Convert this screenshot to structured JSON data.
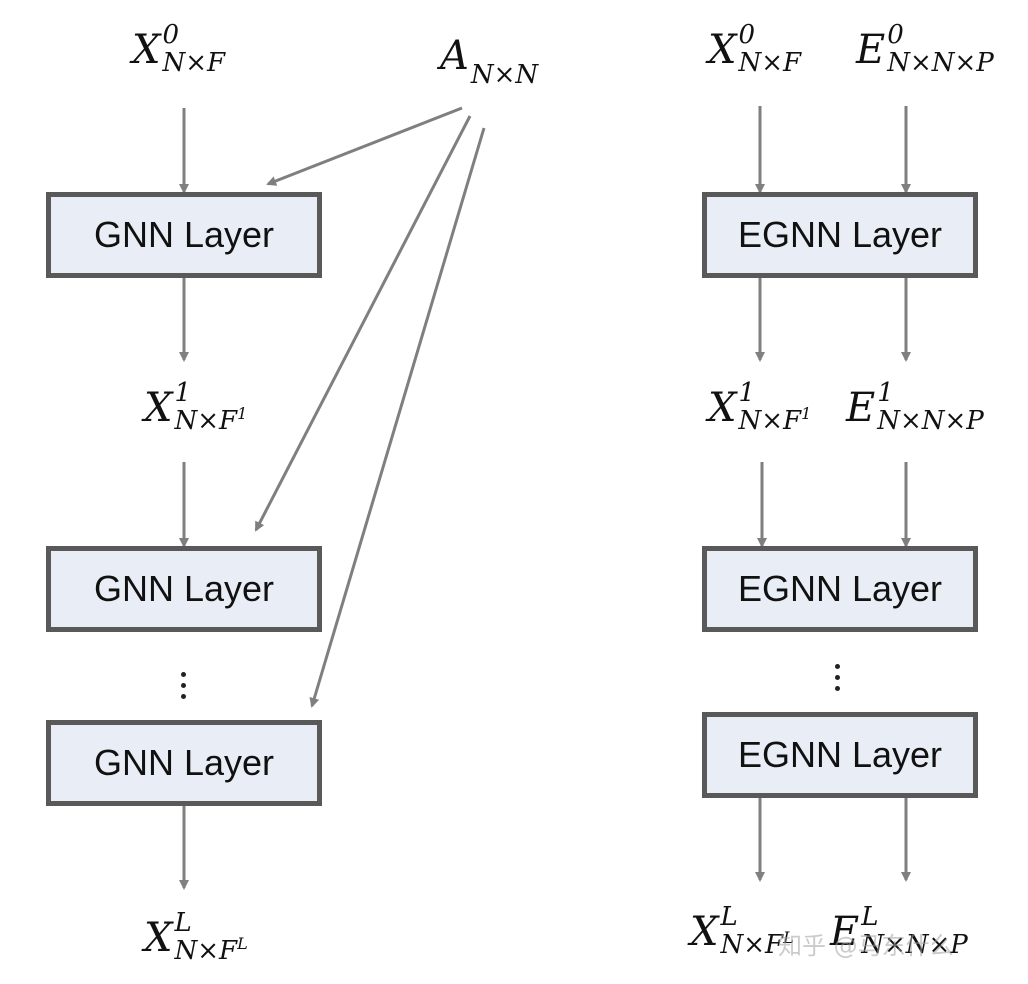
{
  "colors": {
    "box_fill": "#e9eef6",
    "box_border": "#595959",
    "arrow": "#7f7f7f"
  },
  "left": {
    "inputs": {
      "x0": {
        "base": "X",
        "sup": "0",
        "sub": "N×F"
      },
      "adj": {
        "base": "A",
        "sub": "N×N"
      }
    },
    "layers": [
      "GNN Layer",
      "GNN Layer",
      "GNN Layer"
    ],
    "intermediate": {
      "x1": {
        "base": "X",
        "sup": "1",
        "sub": "N×F",
        "sub_sup": "1"
      }
    },
    "output": {
      "xL": {
        "base": "X",
        "sup": "L",
        "sub": "N×F",
        "sub_sup": "L"
      }
    },
    "ellipsis": "⋮"
  },
  "right": {
    "inputs": {
      "x0": {
        "base": "X",
        "sup": "0",
        "sub": "N×F"
      },
      "e0": {
        "base": "E",
        "sup": "0",
        "sub": "N×N×P"
      }
    },
    "layers": [
      "EGNN Layer",
      "EGNN Layer",
      "EGNN Layer"
    ],
    "intermediate": {
      "x1": {
        "base": "X",
        "sup": "1",
        "sub": "N×F",
        "sub_sup": "1"
      },
      "e1": {
        "base": "E",
        "sup": "1",
        "sub": "N×N×P"
      }
    },
    "output": {
      "xL": {
        "base": "X",
        "sup": "L",
        "sub": "N×F",
        "sub_sup": "L"
      },
      "eL": {
        "base": "E",
        "sup": "L",
        "sub": "N×N×P"
      }
    }
  },
  "watermark": "知乎 @马东什么"
}
